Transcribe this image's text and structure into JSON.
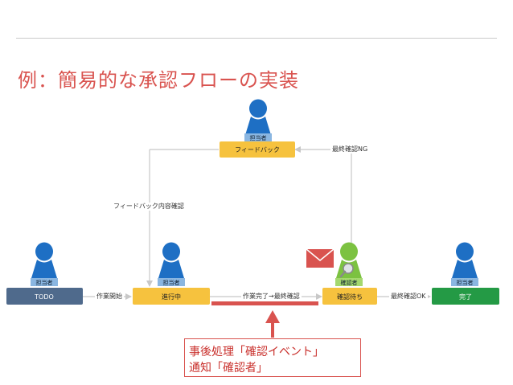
{
  "title": "例：簡易的な承認フローの実装",
  "colors": {
    "title_red": "#d9534f",
    "person_blue": "#1e6fc4",
    "person_green": "#7cc241",
    "badge_blue": "#8ab6e1",
    "badge_green": "#a4d86e",
    "todo_box": "#4f6a8c",
    "yellow_box": "#f6c23e",
    "done_box": "#249a45",
    "arrow_gray": "#c8c8c8",
    "accent_red": "#d9534f"
  },
  "nodes": {
    "feedback": {
      "role_badge": "担当者",
      "label": "フィードバック"
    },
    "todo": {
      "role_badge": "担当者",
      "label": "TODO"
    },
    "in_progress": {
      "role_badge": "担当者",
      "label": "進行中"
    },
    "awaiting": {
      "role_badge": "確認者",
      "label": "確認待ち"
    },
    "done": {
      "role_badge": "担当者",
      "label": "完了"
    }
  },
  "edges": {
    "start_work": "作業開始",
    "work_done": "作業完了→最終確認",
    "final_ok": "最終確認OK",
    "final_ng": "最終確認NG",
    "feedback_check": "フィードバック内容確認"
  },
  "note": {
    "line1": "事後処理「確認イベント」",
    "line2": "通知「確認者」"
  },
  "icons": [
    "person-icon",
    "mail-icon",
    "magnifier-icon",
    "up-arrow-icon"
  ]
}
